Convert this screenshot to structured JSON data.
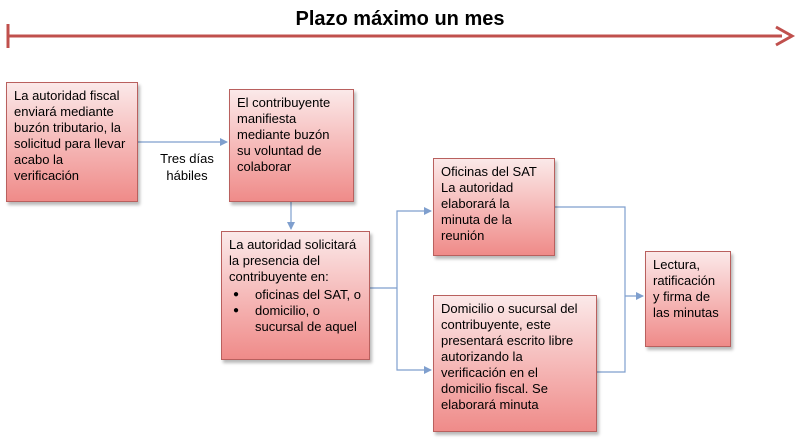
{
  "title": "Plazo máximo un mes",
  "nodes": {
    "notificacion": "La autoridad fiscal enviará mediante buzón tributario, la solicitud para llevar acabo la verificación",
    "contribuyente": "El contribuyente manifiesta mediante buzón su voluntad de colaborar",
    "presencia": {
      "text": "La autoridad solicitará la presencia del contribuyente en:",
      "items": [
        "oficinas del SAT, o",
        "domicilio, o sucursal de aquel"
      ]
    },
    "oficinas": "Oficinas del SAT La autoridad elaborará la minuta de la reunión",
    "domicilio": "Domicilio o sucursal del contribuyente, este presentará escrito libre autorizando la verificación en el domicilio fiscal. Se elaborará minuta",
    "lectura": "Lectura, ratificación y firma de las minutas"
  },
  "edge_label": "Tres días hábiles",
  "colors": {
    "timeline": "#c0504d",
    "box_border": "#b9605e",
    "box_top": "#fbe9e9",
    "box_bottom": "#ef8b89",
    "connector": "#7f9fce"
  }
}
